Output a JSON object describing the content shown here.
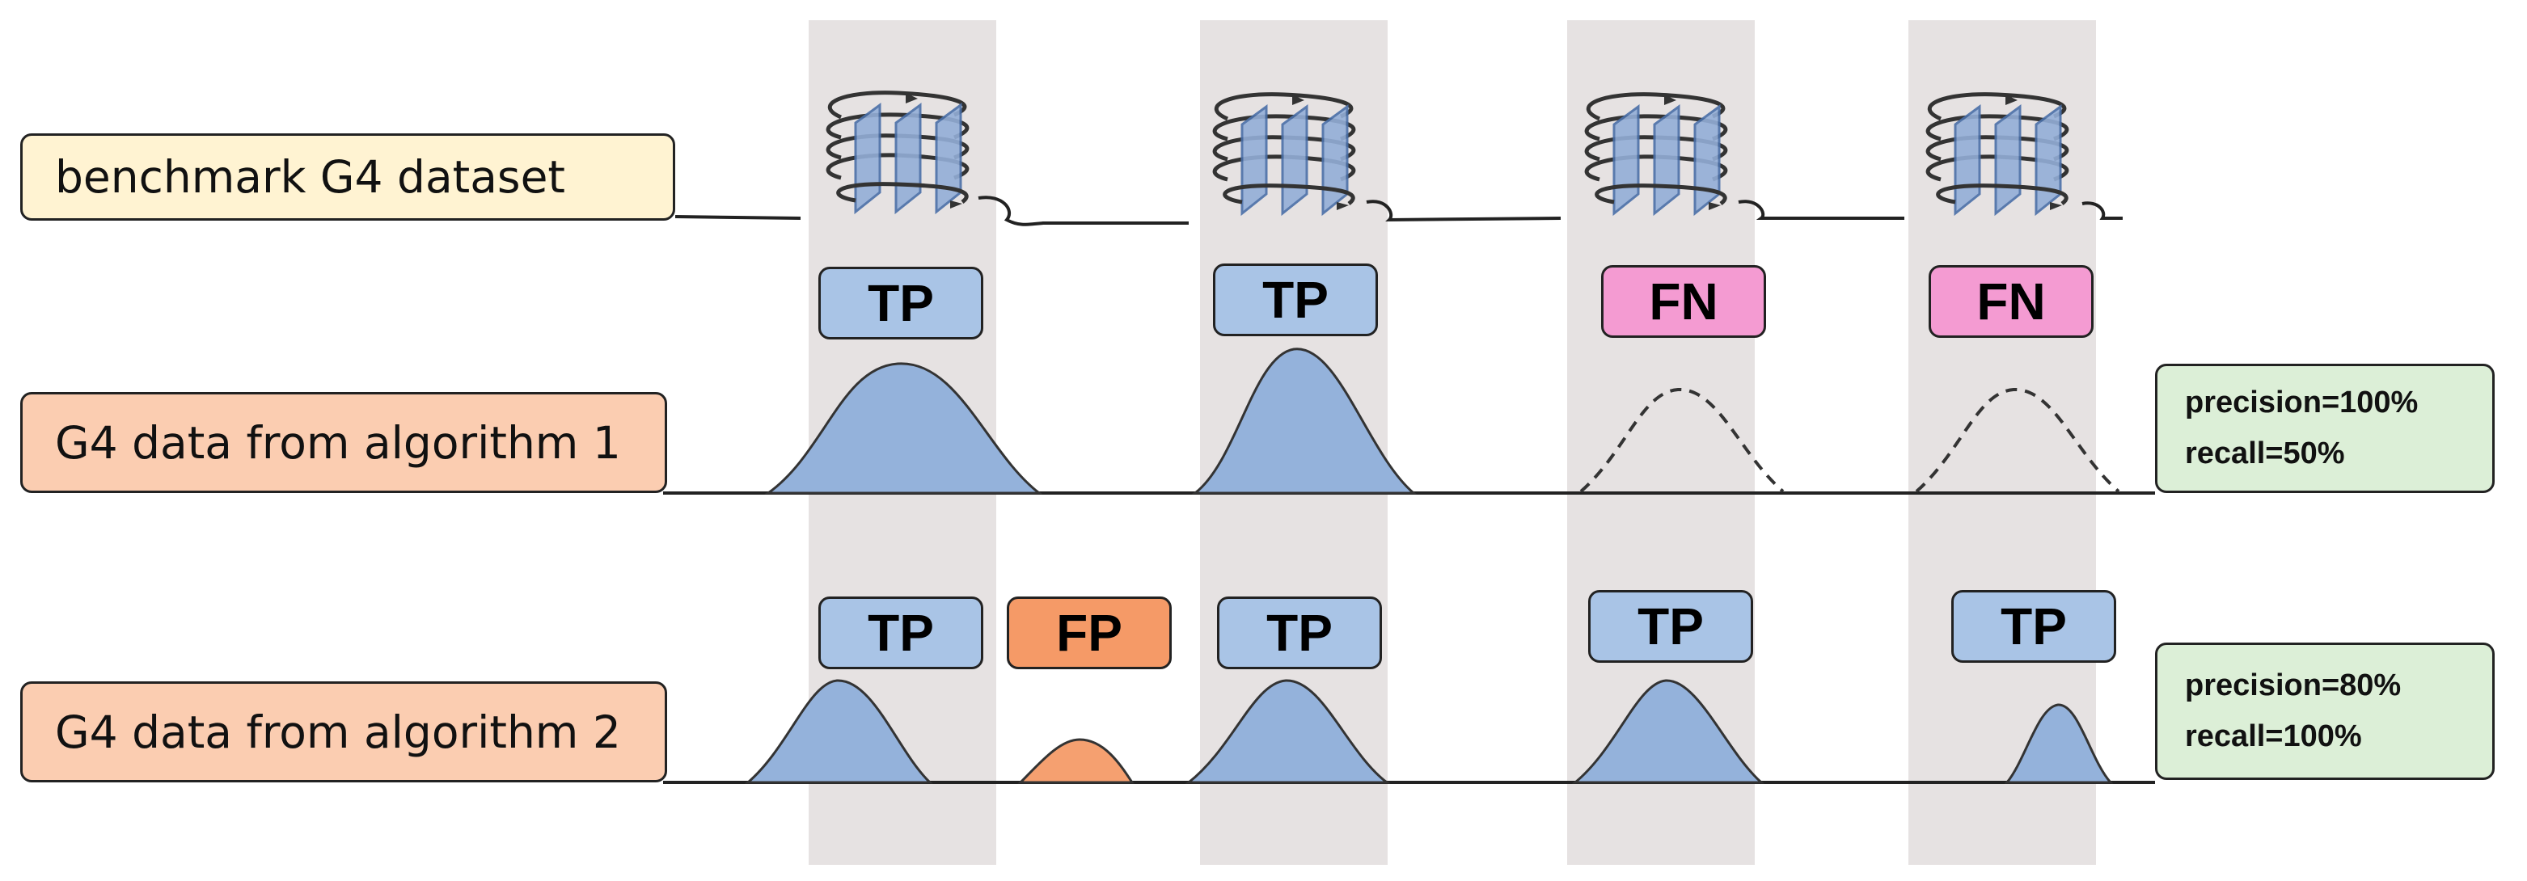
{
  "rows": {
    "benchmark": {
      "label": "benchmark G4 dataset"
    },
    "algorithm1": {
      "label": "G4 data from algorithm 1",
      "badges": [
        "TP",
        "TP",
        "FN",
        "FN"
      ],
      "precision": "precision=100%",
      "recall": "recall=50%"
    },
    "algorithm2": {
      "label": "G4 data from algorithm 2",
      "badges": [
        "TP",
        "FP",
        "TP",
        "TP",
        "TP"
      ],
      "precision": "precision=80%",
      "recall": "recall=100%"
    }
  },
  "colors": {
    "tp": "#a9c4e6",
    "fn": "#f49bd2",
    "fp": "#f59a67",
    "peak_fill": "#94b2db",
    "fp_peak_fill": "#f5a070",
    "column_shade": "#e6e2e2",
    "metrics_bg": "#dcefd7",
    "benchmark_label_bg": "#fff3d2",
    "algorithm_label_bg": "#fbcdb1"
  },
  "icons": [
    "g-quadruplex-icon"
  ]
}
